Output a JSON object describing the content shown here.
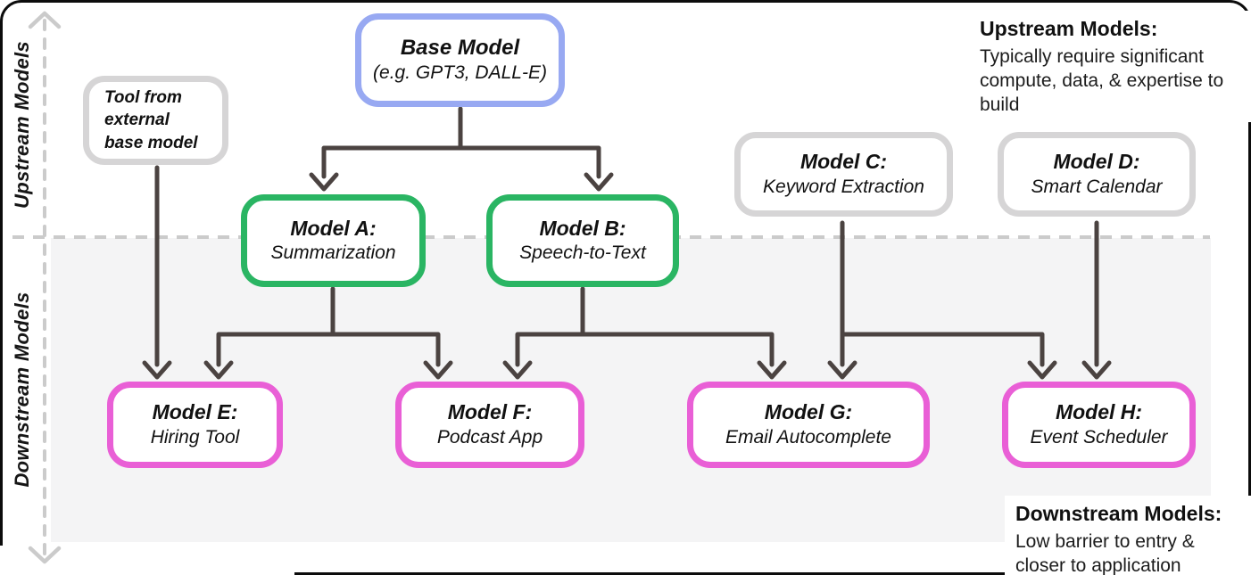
{
  "axes": {
    "upstream_label": "Upstream Models",
    "downstream_label": "Downstream Models"
  },
  "boxes": {
    "base": {
      "title": "Base Model",
      "subtitle": "(e.g. GPT3, DALL-E)"
    },
    "external_tool": {
      "title": "Tool from\nexternal\nbase model"
    },
    "model_a": {
      "title": "Model A:",
      "subtitle": "Summarization"
    },
    "model_b": {
      "title": "Model B:",
      "subtitle": "Speech-to-Text"
    },
    "model_c": {
      "title": "Model C:",
      "subtitle": "Keyword Extraction"
    },
    "model_d": {
      "title": "Model D:",
      "subtitle": "Smart Calendar"
    },
    "model_e": {
      "title": "Model E:",
      "subtitle": "Hiring Tool"
    },
    "model_f": {
      "title": "Model F:",
      "subtitle": "Podcast App"
    },
    "model_g": {
      "title": "Model G:",
      "subtitle": "Email Autocomplete"
    },
    "model_h": {
      "title": "Model H:",
      "subtitle": "Event Scheduler"
    }
  },
  "annotations": {
    "upstream": {
      "heading": "Upstream Models:",
      "body": "Typically require significant compute, data, & expertise to build"
    },
    "downstream": {
      "heading": "Downstream Models:",
      "body": "Low barrier to entry & closer to application"
    }
  },
  "edges": [
    {
      "from": "external-tool",
      "to": "model-e"
    },
    {
      "from": "base-model",
      "to": "model-a"
    },
    {
      "from": "base-model",
      "to": "model-b"
    },
    {
      "from": "model-a",
      "to": "model-e"
    },
    {
      "from": "model-a",
      "to": "model-f"
    },
    {
      "from": "model-b",
      "to": "model-f"
    },
    {
      "from": "model-b",
      "to": "model-g"
    },
    {
      "from": "model-c",
      "to": "model-g"
    },
    {
      "from": "model-c",
      "to": "model-h"
    },
    {
      "from": "model-d",
      "to": "model-h"
    }
  ],
  "colors": {
    "base_border": "#98a9f2",
    "upstream_border": "#d6d5d6",
    "task_model_border": "#2ab563",
    "downstream_border": "#e95fd6",
    "arrow": "#4b4341",
    "dashed_axis": "#cbcbcb",
    "downstream_region_bg": "#f4f4f5",
    "frame": "#0c0c0c"
  }
}
